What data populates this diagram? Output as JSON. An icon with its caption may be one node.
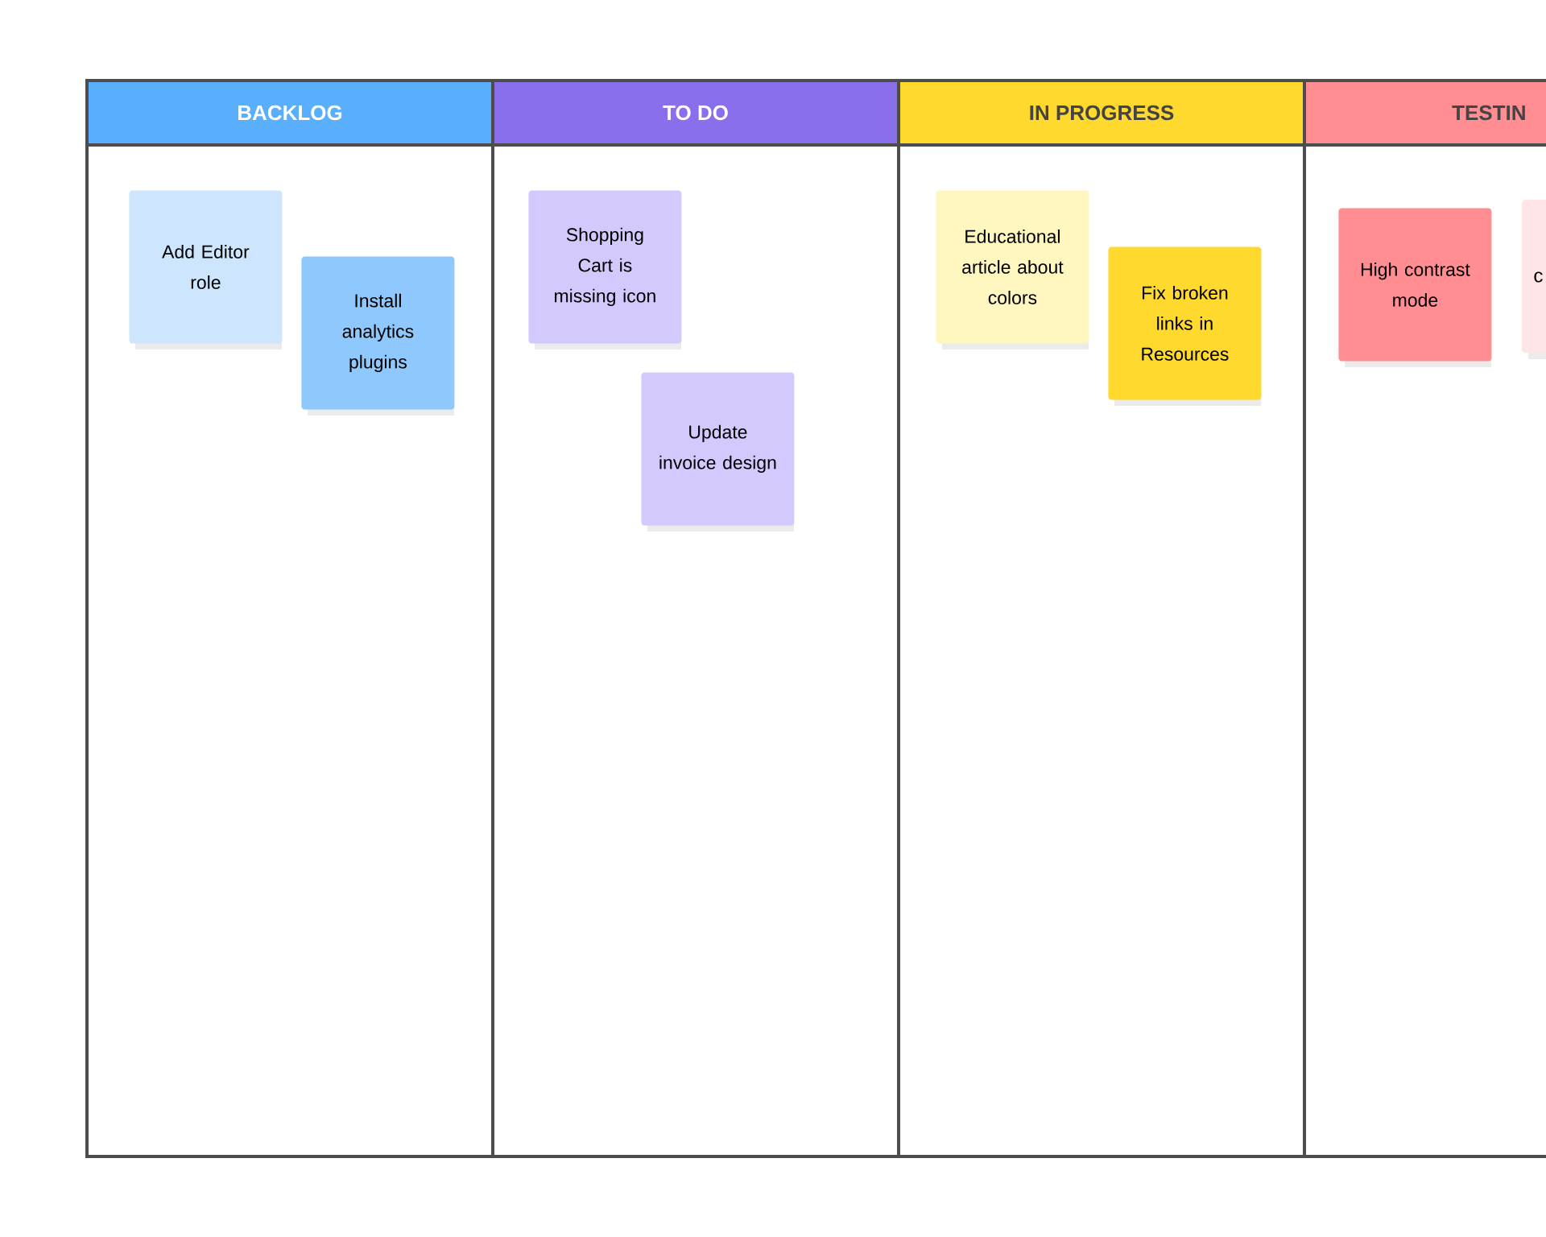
{
  "diagram": {
    "nodes": [
      {
        "text": [
          "BACKLOG"
        ]
      },
      {
        "text": [
          "Add Editor role"
        ],
        "in": 0
      },
      {
        "text": [
          "Install analytics plugins"
        ],
        "in": 0
      },
      {
        "text": [
          "TO DO"
        ]
      },
      {
        "text": [
          "Shopping Cart is missing icon"
        ],
        "in": 3
      },
      {
        "text": [
          "Update invoice design"
        ],
        "in": 3
      },
      {
        "text": [
          "IN PROGRESS"
        ]
      },
      {
        "text": [
          "Educational article about colors"
        ],
        "in": 6
      },
      {
        "text": [
          "Fix broken links in Resources"
        ],
        "in": 6
      },
      {
        "text": [
          "TESTIN"
        ]
      },
      {
        "text": [
          "High contrast mode"
        ],
        "in": 9
      },
      {
        "text": [
          "c"
        ],
        "in": 9
      }
    ],
    "edges": []
  }
}
